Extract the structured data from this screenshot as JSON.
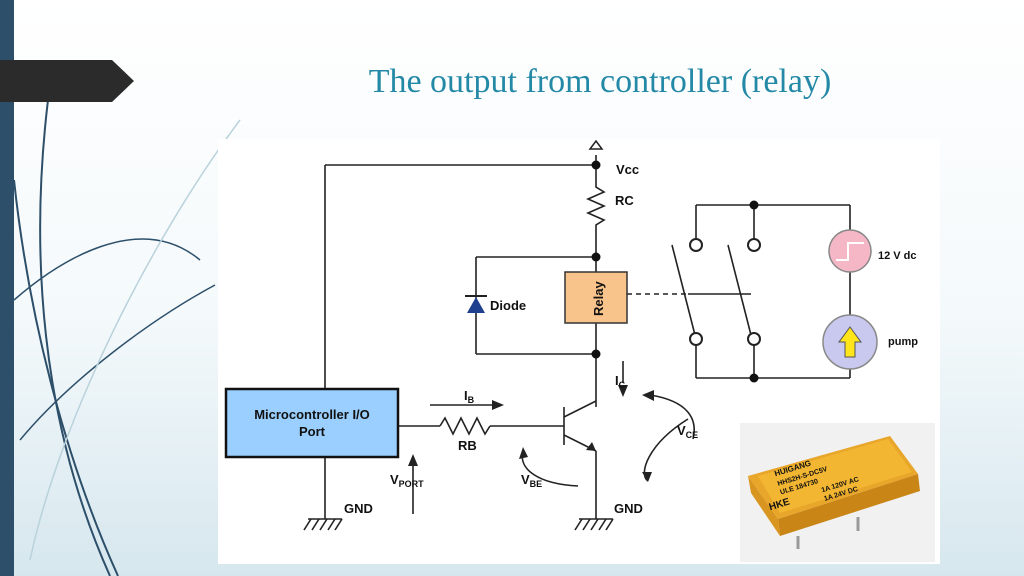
{
  "slide": {
    "title": "The output from controller (relay)"
  },
  "circuit": {
    "vcc": "Vcc",
    "rc": "RC",
    "relay": "Relay",
    "diode": "Diode",
    "supply": "12 V dc",
    "pump": "pump",
    "mcu_line1": "Microcontroller I/O",
    "mcu_line2": "Port",
    "ib": "I",
    "ib_sub": "B",
    "rb": "RB",
    "ic": "I",
    "ic_sub": "C",
    "vce": "V",
    "vce_sub": "CE",
    "vport": "V",
    "vport_sub": "PORT",
    "vbe": "V",
    "vbe_sub": "BE",
    "gnd_left": "GND",
    "gnd_right": "GND"
  },
  "photo": {
    "brand": "HUIGANG",
    "model": "HHS2H-S-DC5V",
    "cert": "ULE 184730",
    "rating1": "1A 120V AC",
    "rating2": "1A 24V DC",
    "logo": "HKE"
  },
  "colors": {
    "title": "#2389a6",
    "relay_fill": "#f9c48b",
    "mcu_fill": "#9bcfff",
    "supply_fill": "#f5b7c6",
    "pump_fill": "#c9c9f0",
    "arrow_fill": "#ffe51a",
    "relay_photo": "#f2b632"
  }
}
